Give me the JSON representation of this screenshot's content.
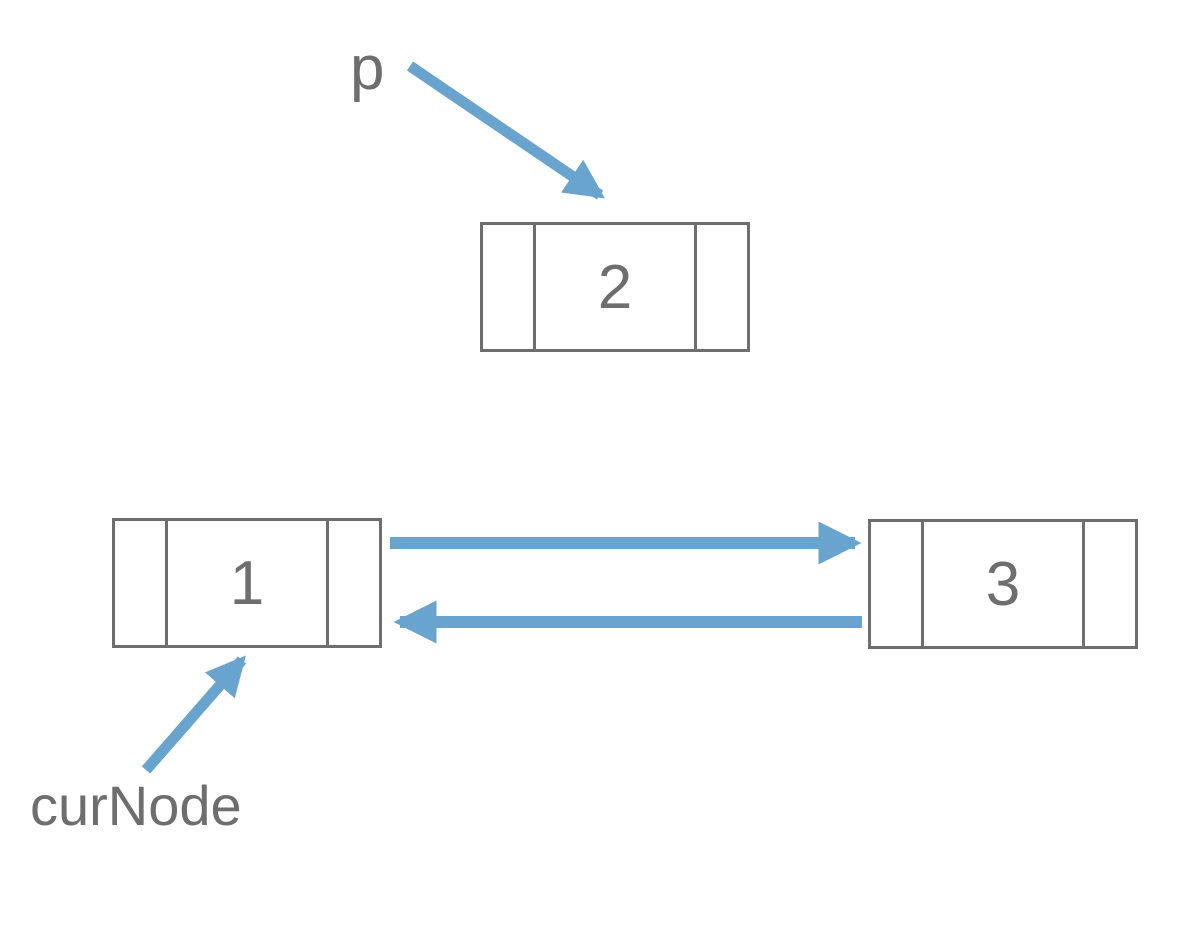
{
  "diagram": {
    "kind": "doubly-linked-list",
    "labels": {
      "p": "p",
      "curNode": "curNode"
    },
    "nodes": [
      {
        "id": "node-2",
        "value": "2"
      },
      {
        "id": "node-1",
        "value": "1"
      },
      {
        "id": "node-3",
        "value": "3"
      }
    ],
    "edges": [
      {
        "name": "p-arrow",
        "from": "p",
        "to": "node-2"
      },
      {
        "name": "next-arrow",
        "from": "node-1",
        "to": "node-3"
      },
      {
        "name": "prev-arrow",
        "from": "node-3",
        "to": "node-1"
      },
      {
        "name": "curnode-arrow",
        "from": "curNode",
        "to": "node-1"
      }
    ],
    "colors": {
      "arrow": "#68a4ce",
      "border": "#6e6e6e",
      "text": "#6e6e6e",
      "background": "#ffffff"
    }
  }
}
